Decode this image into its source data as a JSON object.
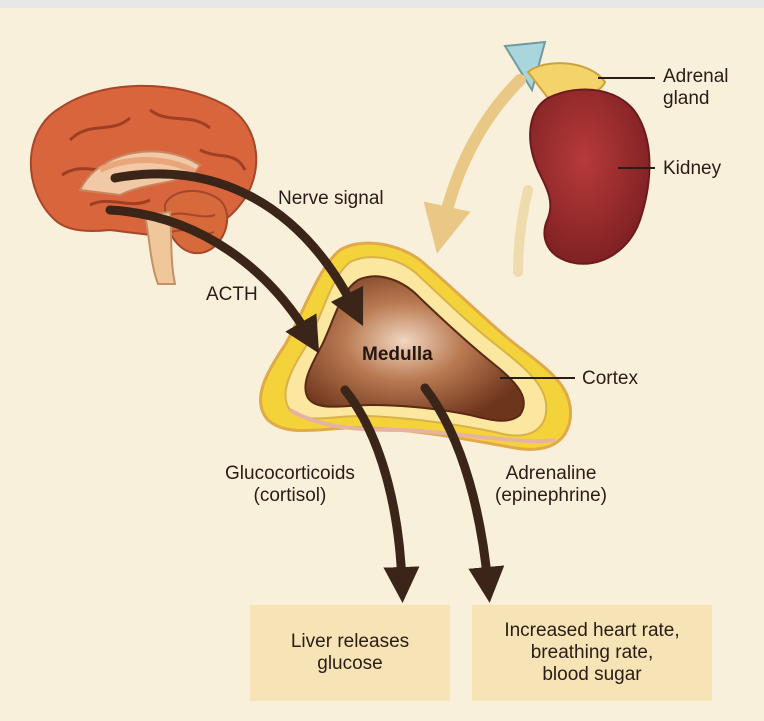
{
  "labels": {
    "adrenal_gland": [
      "Adrenal",
      "gland"
    ],
    "kidney": "Kidney",
    "nerve_signal": "Nerve signal",
    "acth": "ACTH",
    "medulla": "Medulla",
    "cortex": "Cortex",
    "glucocorticoids": [
      "Glucocorticoids",
      "(cortisol)"
    ],
    "adrenaline": [
      "Adrenaline",
      "(epinephrine)"
    ]
  },
  "outcomes": {
    "liver": [
      "Liver releases",
      "glucose"
    ],
    "heart": [
      "Increased heart rate,",
      "breathing rate,",
      "blood sugar"
    ]
  },
  "colors": {
    "background": "#f8f0da",
    "arrow": "#3b2418",
    "box": "#f6e3b6",
    "cortex_yellow": "#f4d23a",
    "medulla_brown": "#7a3f22",
    "kidney_red": "#9a2a2c",
    "brain": "#d9653c"
  }
}
